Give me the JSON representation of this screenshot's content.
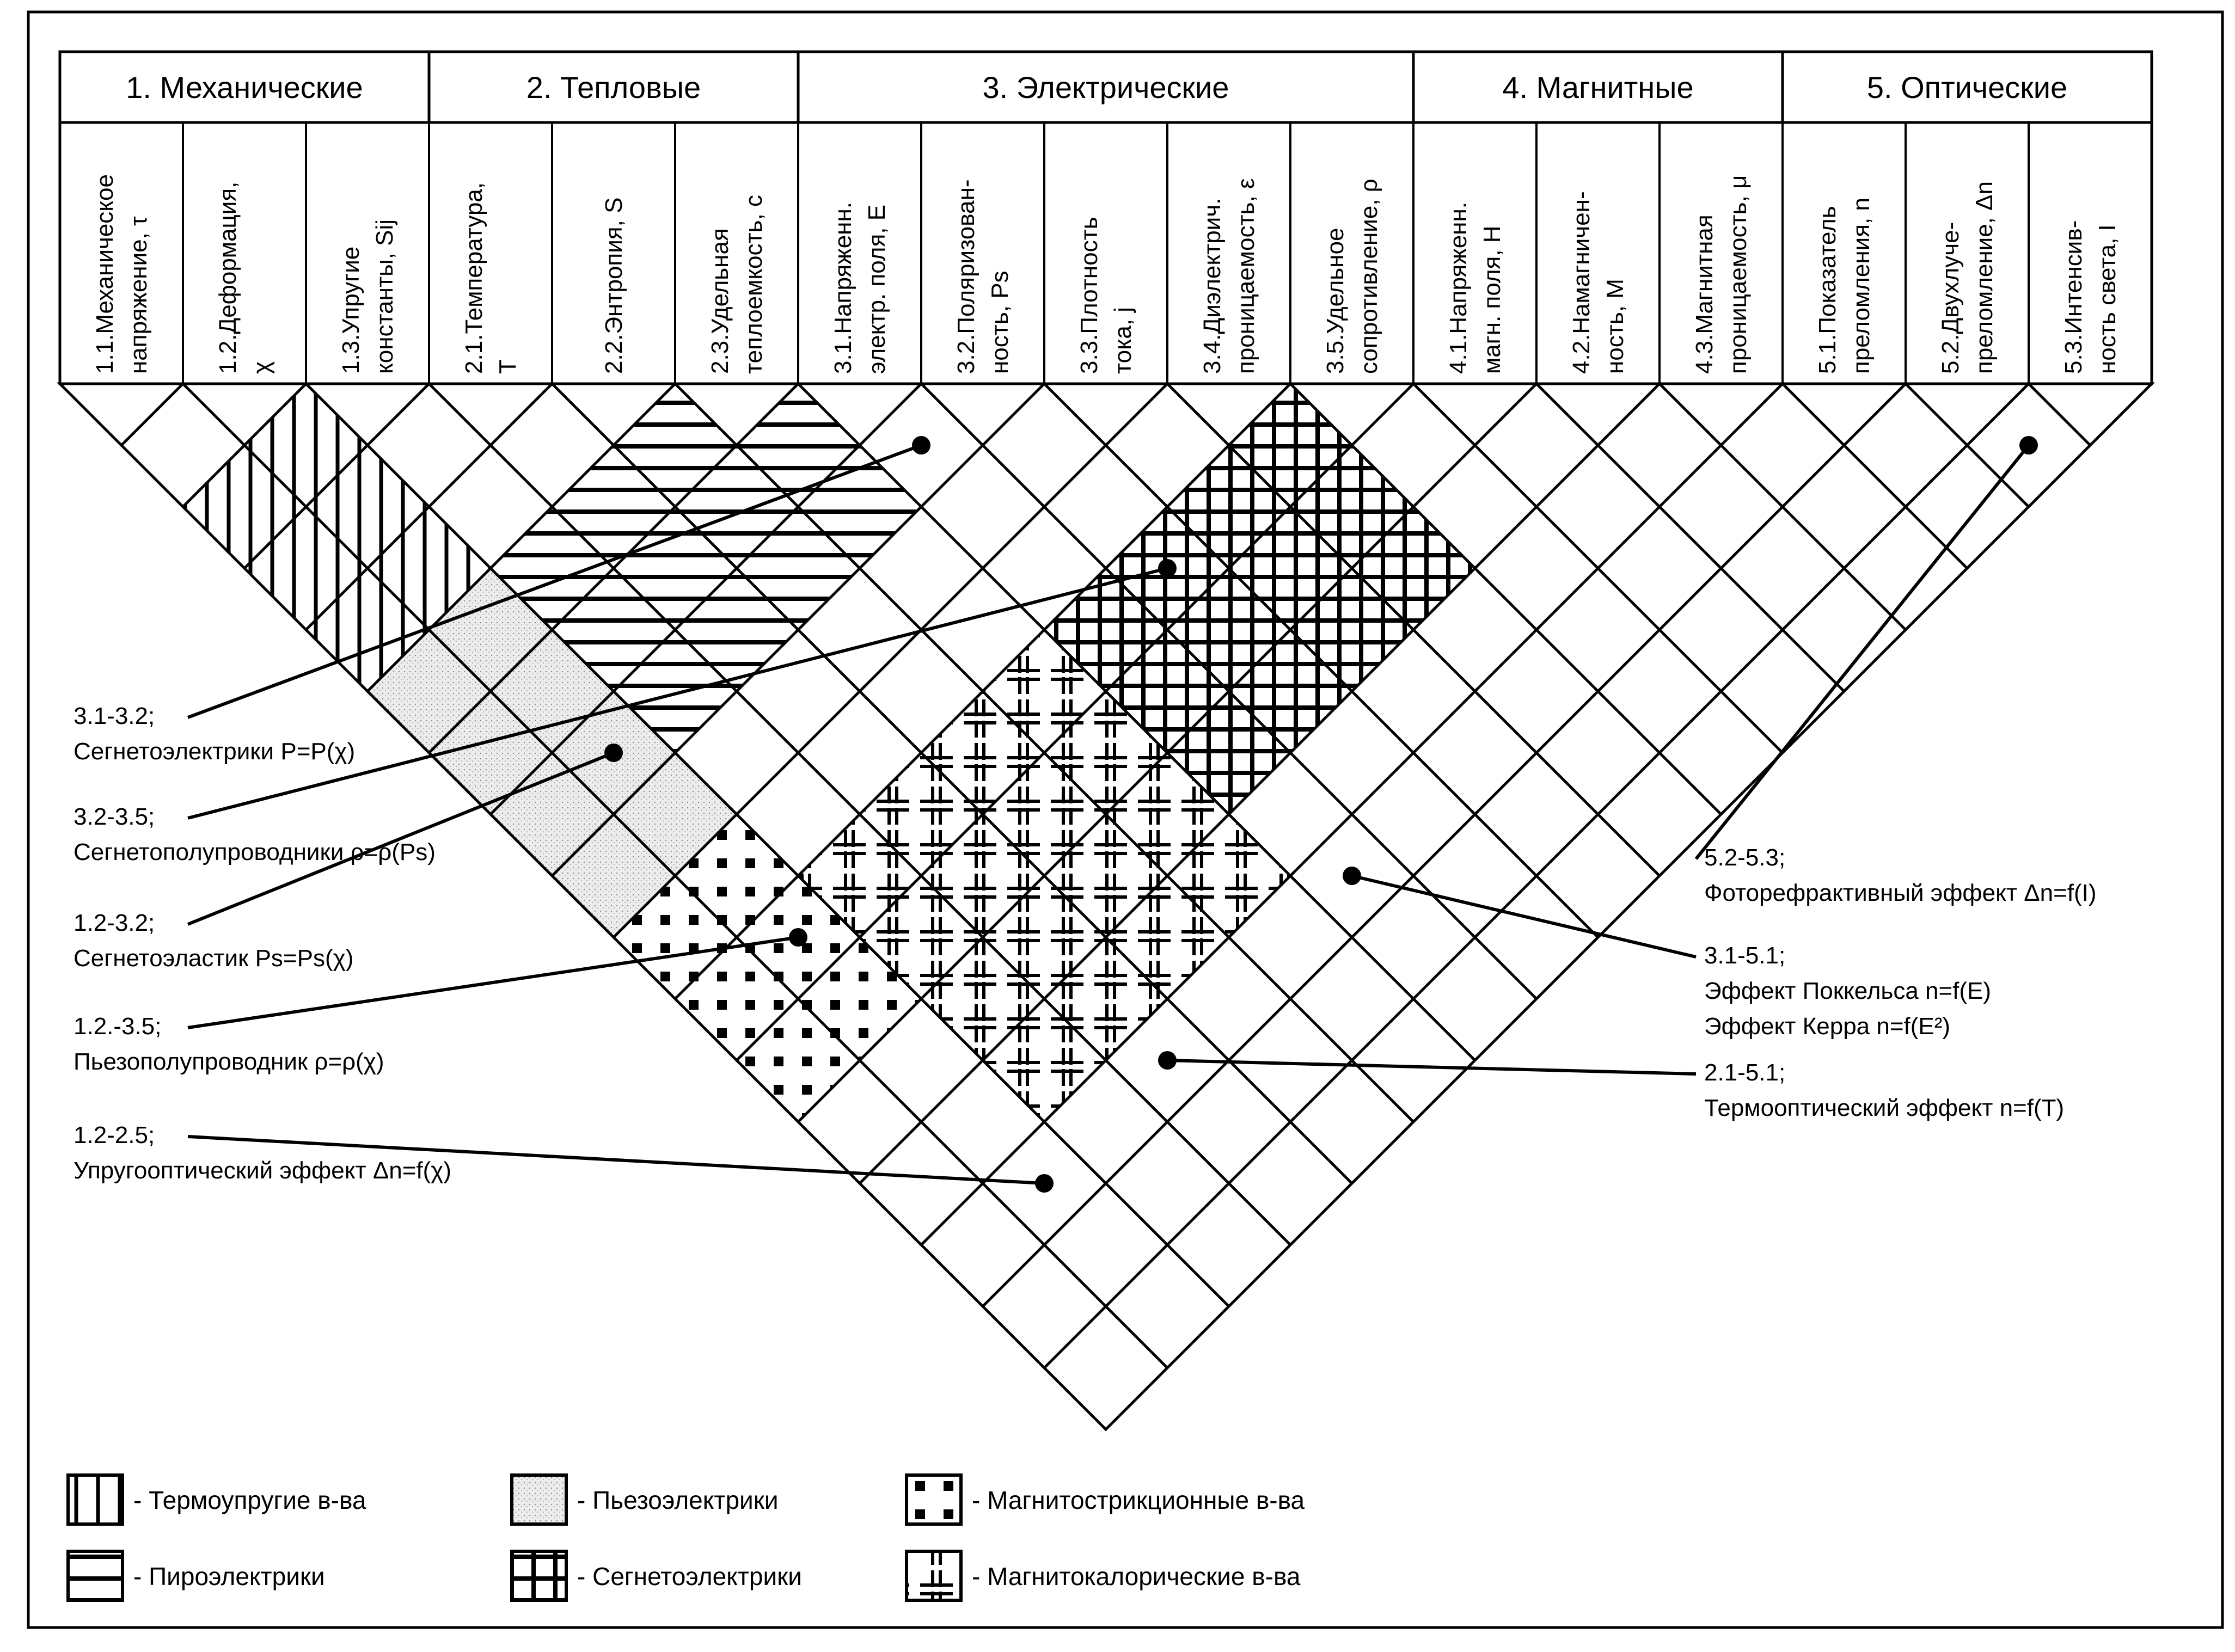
{
  "groups": [
    {
      "label": "1. Механические"
    },
    {
      "label": "2. Тепловые"
    },
    {
      "label": "3. Электрические"
    },
    {
      "label": "4. Магнитные"
    },
    {
      "label": "5. Оптические"
    }
  ],
  "properties": [
    [
      "1.1.Механическое",
      "напряжение, τ"
    ],
    [
      "1.2.Деформация,",
      "χ"
    ],
    [
      "1.3.Упругие",
      "константы, Sij"
    ],
    [
      "2.1.Температура,",
      "T"
    ],
    [
      "2.2.Энтропия, S"
    ],
    [
      "2.3.Удельная",
      "теплоемкость, c"
    ],
    [
      "3.1.Напряженн.",
      "электр. поля, E"
    ],
    [
      "3.2.Поляризован-",
      "ность, Ps"
    ],
    [
      "3.3.Плотность",
      "тока, j"
    ],
    [
      "3.4.Диэлектрич.",
      "проницаемость, ε"
    ],
    [
      "3.5.Удельное",
      "сопротивление, ρ"
    ],
    [
      "4.1.Напряженн.",
      "магн. поля, H"
    ],
    [
      "4.2.Намагничен-",
      "ность, M"
    ],
    [
      "4.3.Магнитная",
      "проницаемость, μ"
    ],
    [
      "5.1.Показатель",
      "преломления, n"
    ],
    [
      "5.2.Двухлуче-",
      "преломление, Δn"
    ],
    [
      "5.3.Интенсив-",
      "ность света, I"
    ]
  ],
  "regions": [
    {
      "key": "thermoelastic",
      "i_from": 1,
      "i_to": 2,
      "j_from": 3,
      "j_to": 5
    },
    {
      "key": "pyroelectric",
      "i_from": 3,
      "i_to": 6,
      "j_from": 6,
      "j_to": 8
    },
    {
      "key": "piezoelectric",
      "i_from": 1,
      "i_to": 2,
      "j_from": 6,
      "j_to": 9
    },
    {
      "key": "ferroelectric",
      "i_from": 7,
      "i_to": 10,
      "j_from": 11,
      "j_to": 13
    },
    {
      "key": "magnetostrictive",
      "i_from": 1,
      "i_to": 2,
      "j_from": 10,
      "j_to": 12
    },
    {
      "key": "magnetocaloric",
      "i_from": 3,
      "i_to": 6,
      "j_from": 11,
      "j_to": 14
    }
  ],
  "annotations": [
    {
      "lines": [
        "3.1-3.2;",
        "Сегнетоэлектрики P=P(χ)"
      ],
      "cell": [
        7,
        8
      ],
      "side": "left",
      "row": 0
    },
    {
      "lines": [
        "3.2-3.5;",
        "Сегнетополупроводники ρ=ρ(Ps)"
      ],
      "cell": [
        8,
        11
      ],
      "side": "left",
      "row": 1
    },
    {
      "lines": [
        "1.2-3.2;",
        "Сегнетоэластик Ps=Ps(χ)"
      ],
      "cell": [
        2,
        8
      ],
      "side": "left",
      "row": 2
    },
    {
      "lines": [
        "1.2.-3.5;",
        "Пьезополупроводник ρ=ρ(χ)"
      ],
      "cell": [
        2,
        11
      ],
      "side": "left",
      "row": 3
    },
    {
      "lines": [
        "1.2-2.5;",
        "Упругооптический эффект Δn=f(χ)"
      ],
      "cell": [
        2,
        15
      ],
      "side": "left",
      "row": 4
    },
    {
      "lines": [
        "5.2-5.3;",
        "Фоторефрактивный эффект Δn=f(I)"
      ],
      "cell": [
        16,
        17
      ],
      "side": "right",
      "row": 0
    },
    {
      "lines": [
        "3.1-5.1;",
        "Эффект Поккельса n=f(E)",
        "Эффект Керра        n=f(E²)"
      ],
      "cell": [
        7,
        15
      ],
      "side": "right",
      "row": 1
    },
    {
      "lines": [
        "2.1-5.1;",
        "Термооптический эффект n=f(T)"
      ],
      "cell": [
        4,
        15
      ],
      "side": "right",
      "row": 2
    }
  ],
  "legend": [
    {
      "key": "thermoelastic",
      "label": "- Термоупругие в-ва"
    },
    {
      "key": "pyroelectric",
      "label": "- Пироэлектрики"
    },
    {
      "key": "piezoelectric",
      "label": "- Пьезоэлектрики"
    },
    {
      "key": "ferroelectric",
      "label": "- Сегнетоэлектрики"
    },
    {
      "key": "magnetostrictive",
      "label": "- Магнитострикционные в-ва"
    },
    {
      "key": "magnetocaloric",
      "label": "- Магнитокалорические в-ва"
    }
  ]
}
